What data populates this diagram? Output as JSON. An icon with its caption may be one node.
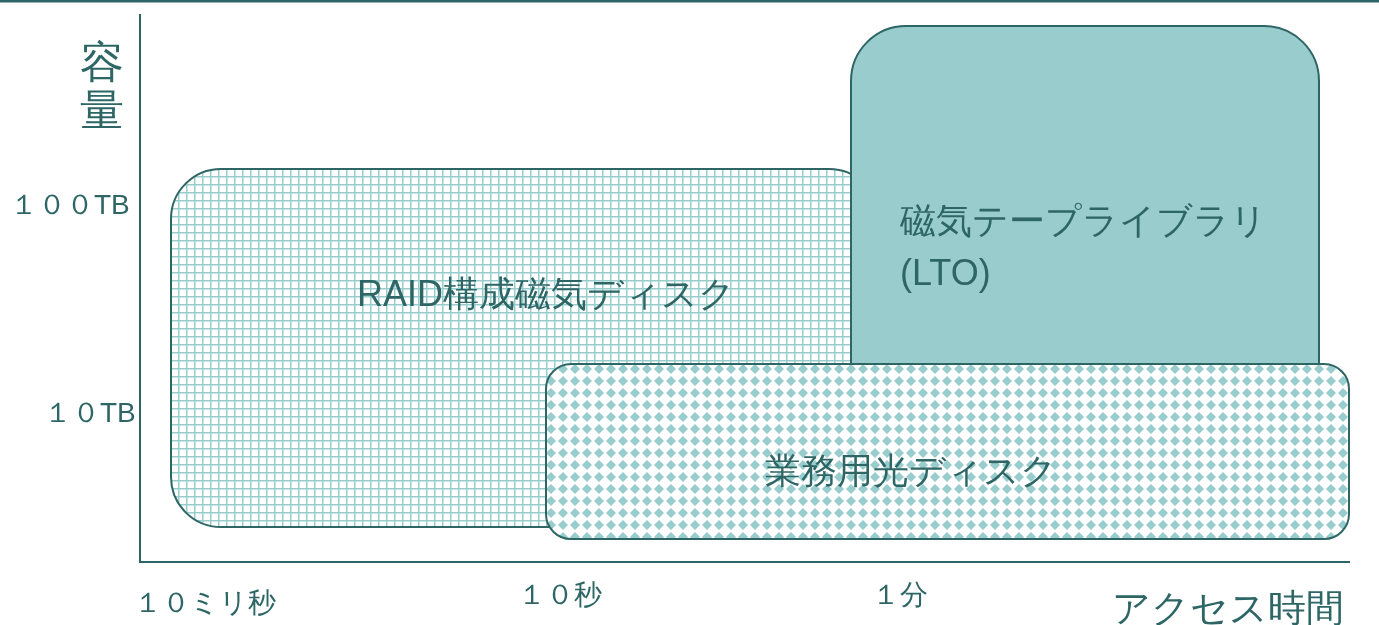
{
  "diagram": {
    "nodes": [
      {
        "text": [
          "RAID構成磁気ディスク"
        ]
      },
      {
        "text": [
          "磁気テープライブラリ",
          "(LTO)"
        ]
      },
      {
        "text": [
          "業務用光ディスク"
        ]
      }
    ],
    "labels": [
      "容量",
      "１００TB",
      "１０TB",
      "１０ミリ秒",
      "１０秒",
      "１分",
      "アクセス時間"
    ]
  }
}
